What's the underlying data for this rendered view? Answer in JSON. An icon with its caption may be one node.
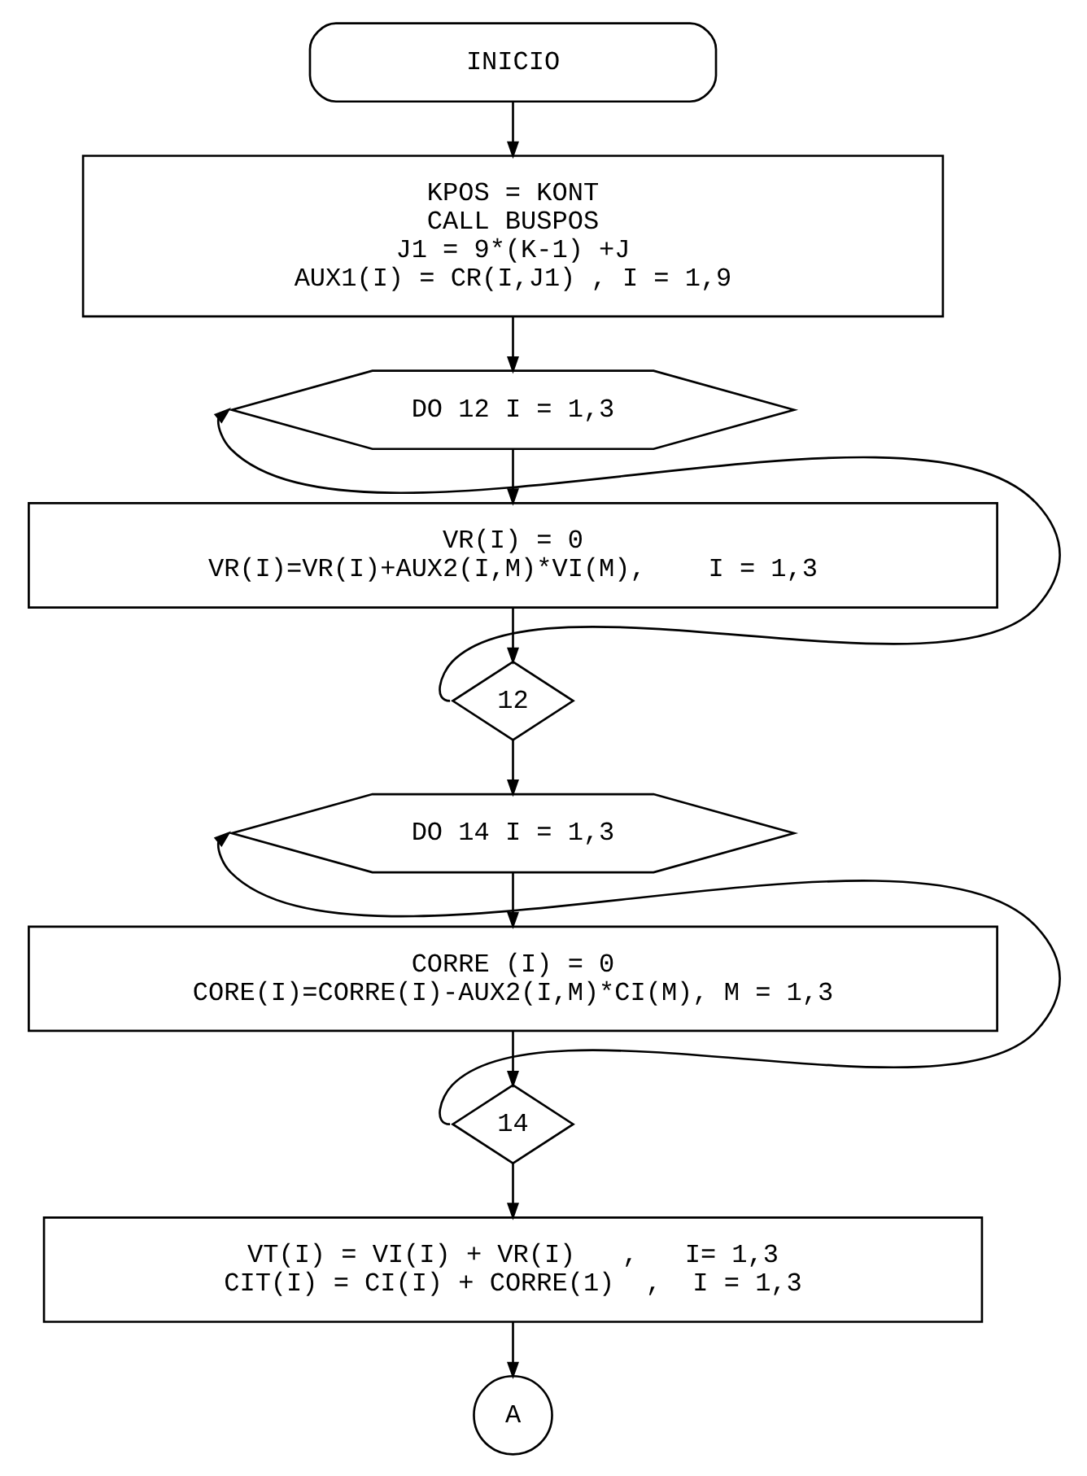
{
  "diagram": {
    "nodes": [
      {
        "text": [
          "INICIO"
        ]
      },
      {
        "text": [
          "KPOS = KONT",
          "CALL BUSPOS",
          "J1 = 9*(K-1) +J",
          "AUX1(I) = CR(I,J1) , I = 1,9"
        ]
      },
      {
        "text": [
          "DO 12 I = 1,3"
        ]
      },
      {
        "text": [
          "VR(I) = 0",
          "VR(I)=VR(I)+AUX2(I,M)*VI(M),    I = 1,3"
        ]
      },
      {
        "text": [
          "12"
        ]
      },
      {
        "text": [
          "DO 14 I = 1,3"
        ]
      },
      {
        "text": [
          "CORRE (I) = 0",
          "CORE(I)=CORRE(I)-AUX2(I,M)*CI(M), M = 1,3"
        ]
      },
      {
        "text": [
          "14"
        ]
      },
      {
        "text": [
          "VT(I) = VI(I) + VR(I)   ,   I= 1,3",
          "CIT(I) = CI(I) + CORRE(1)  ,  I = 1,3"
        ]
      },
      {
        "text": [
          "A"
        ]
      }
    ],
    "edges": [
      {
        "from": 0,
        "to": 1,
        "arrow": "to"
      },
      {
        "from": 1,
        "to": 2,
        "arrow": "to"
      },
      {
        "from": 2,
        "to": 3,
        "arrow": "to"
      },
      {
        "from": 3,
        "to": 4,
        "arrow": "to"
      },
      {
        "from": 4,
        "to": 2,
        "arrow": "to"
      },
      {
        "from": 4,
        "to": 5,
        "arrow": "to"
      },
      {
        "from": 5,
        "to": 6,
        "arrow": "to"
      },
      {
        "from": 6,
        "to": 7,
        "arrow": "to"
      },
      {
        "from": 7,
        "to": 5,
        "arrow": "to"
      },
      {
        "from": 7,
        "to": 8,
        "arrow": "to"
      },
      {
        "from": 8,
        "to": 9,
        "arrow": "to"
      }
    ]
  }
}
